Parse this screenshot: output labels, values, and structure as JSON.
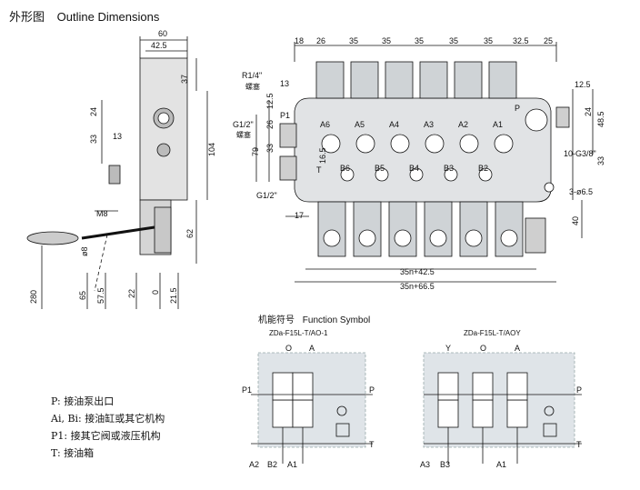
{
  "title": {
    "cn": "外形图",
    "en": "Outline Dimensions"
  },
  "side_view": {
    "dims": [
      "60",
      "42.5",
      "37",
      "24",
      "33",
      "13",
      "104",
      "62",
      "M8",
      "ø8",
      "280",
      "65",
      "57.5",
      "22",
      "0",
      "21.5"
    ]
  },
  "front_view": {
    "top_dims": [
      "18",
      "26",
      "35",
      "35",
      "35",
      "35",
      "35",
      "32.5",
      "25"
    ],
    "left_dims": [
      "13",
      "12.5",
      "26",
      "33",
      "79",
      "16.5",
      "17"
    ],
    "right_dims": [
      "12.5",
      "24",
      "48.5",
      "33",
      "40"
    ],
    "bottom_dims": [
      "35n+42.5",
      "35n+66.5"
    ],
    "port_labels_a": [
      "A6",
      "A5",
      "A4",
      "A3",
      "A2",
      "A1"
    ],
    "port_labels_b": [
      "B6",
      "B5",
      "B4",
      "B3",
      "B2"
    ],
    "callouts": {
      "r14": "R1/4\"",
      "plug1": "螺塞",
      "g12": "G1/2\"",
      "plug2": "螺塞",
      "g12b": "G1/2\"",
      "p1": "P1",
      "t": "T",
      "p": "P",
      "g38": "10-G3/8\"",
      "hole": "3-ø6.5"
    }
  },
  "function_symbol": {
    "title_cn": "机能符号",
    "title_en": "Function Symbol",
    "model_left": "ZDa-F15L-T/AO-1",
    "model_right": "ZDa-F15L-T/AOY",
    "left_top_labels": [
      "O",
      "A"
    ],
    "left_bottom_labels": [
      "A2",
      "B2",
      "A1"
    ],
    "right_top_labels": [
      "Y",
      "O",
      "A"
    ],
    "right_bottom_labels": [
      "A3",
      "B3",
      "A1"
    ],
    "port_p1": "P1",
    "port_p": "P",
    "port_t": "T"
  },
  "legend": [
    "P: 接油泵出口",
    "Ai, Bi: 接油缸或其它机构",
    "P1: 接其它阀或液压机构",
    "T: 接油箱"
  ]
}
